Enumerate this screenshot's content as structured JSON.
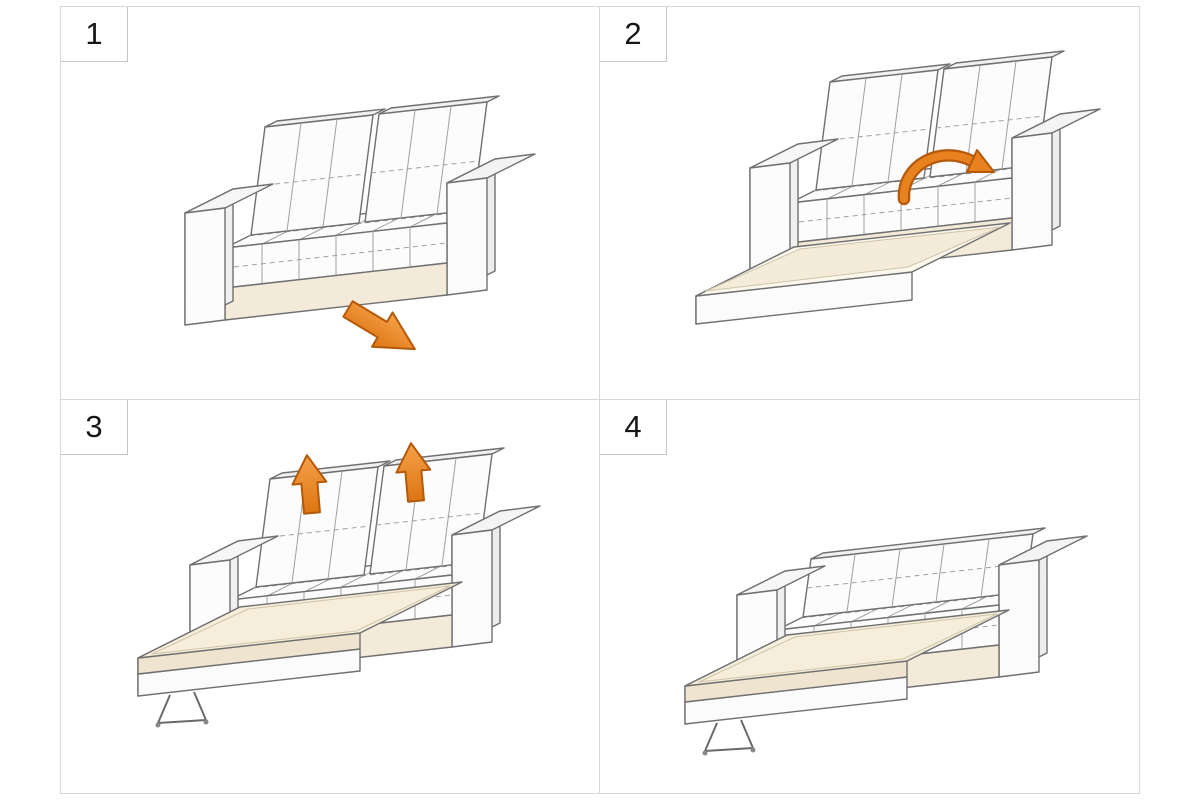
{
  "panels": [
    {
      "id": "step-1",
      "number": "1",
      "illustration": "sofa-closed",
      "arrow_icon": "pull-out-arrow"
    },
    {
      "id": "step-2",
      "number": "2",
      "illustration": "sofa-drawer-extended",
      "arrow_icon": "flip-over-arrow"
    },
    {
      "id": "step-3",
      "number": "3",
      "illustration": "sofa-bed-extended",
      "arrow_icon": "lift-up-arrows"
    },
    {
      "id": "step-4",
      "number": "4",
      "illustration": "sofa-bed-complete",
      "arrow_icon": "none"
    }
  ],
  "colors": {
    "accent_orange": "#e8821f",
    "accent_orange_light": "#f5a24a",
    "accent_orange_dark": "#b4590a",
    "upholstery_white": "#fcfcfc",
    "mattress_cream": "#f4ebd9",
    "outline_gray": "#707070",
    "border_gray": "#d8d8d8"
  }
}
